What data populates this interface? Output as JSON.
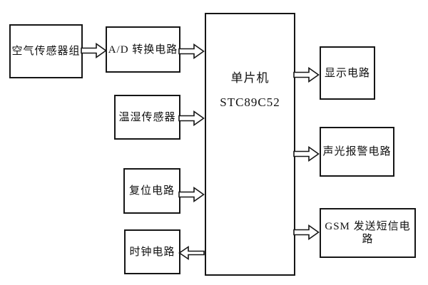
{
  "diagram": {
    "type": "block-diagram",
    "blocks": {
      "air_sensor": {
        "label": "空气传感器组"
      },
      "ad_converter": {
        "label": "A/D 转换电路"
      },
      "temp_humidity_sensor": {
        "label": "温湿传感器"
      },
      "reset_circuit": {
        "label": "复位电路"
      },
      "clock_circuit": {
        "label": "时钟电路"
      },
      "mcu": {
        "line1": "单片机",
        "line2": "STC89C52"
      },
      "display_circuit": {
        "label": "显示电路"
      },
      "sound_light_alarm_circuit": {
        "label": "声光报警电路"
      },
      "gsm_sms_circuit": {
        "label": "GSM 发送短信电路"
      }
    },
    "connections": [
      {
        "from": "空气传感器组",
        "to": "A/D 转换电路",
        "direction": "right"
      },
      {
        "from": "A/D 转换电路",
        "to": "单片机 STC89C52",
        "direction": "right"
      },
      {
        "from": "温湿传感器",
        "to": "单片机 STC89C52",
        "direction": "right"
      },
      {
        "from": "复位电路",
        "to": "单片机 STC89C52",
        "direction": "right"
      },
      {
        "from": "单片机 STC89C52",
        "to": "时钟电路",
        "direction": "left"
      },
      {
        "from": "单片机 STC89C52",
        "to": "显示电路",
        "direction": "right"
      },
      {
        "from": "单片机 STC89C52",
        "to": "声光报警电路",
        "direction": "right"
      },
      {
        "from": "单片机 STC89C52",
        "to": "GSM 发送短信电路",
        "direction": "right"
      }
    ],
    "colors": {
      "background": "#ffffff",
      "box_fill": "#ffffff",
      "border": "#161616"
    }
  }
}
